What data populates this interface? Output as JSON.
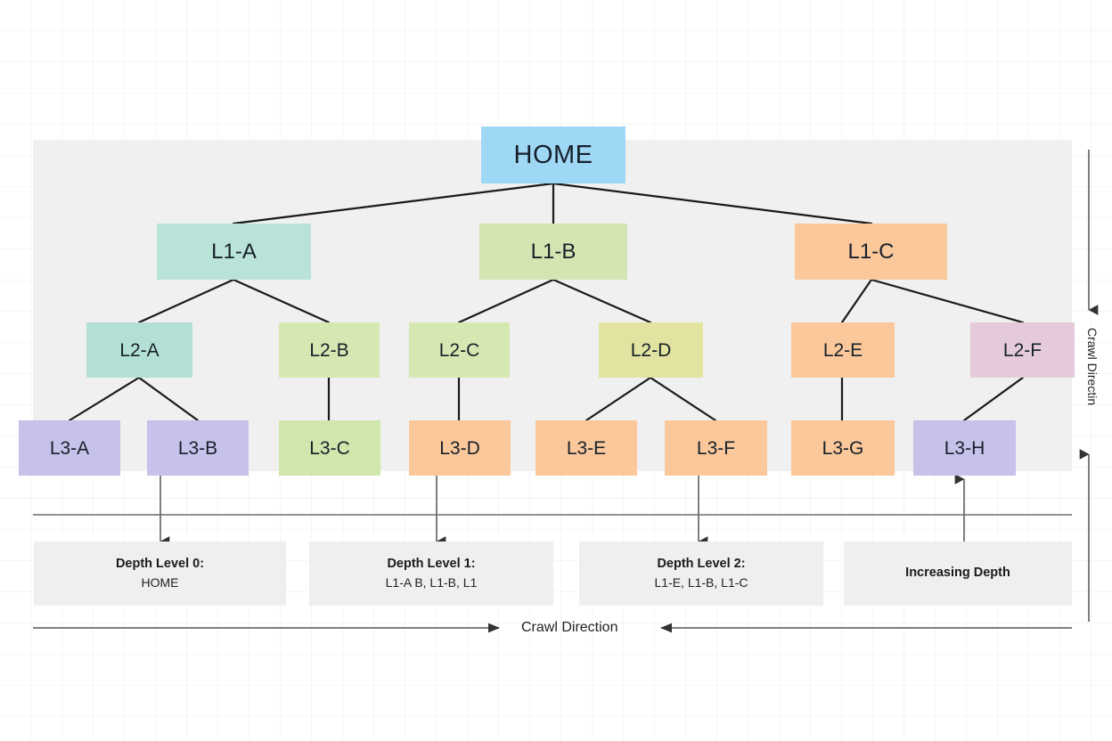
{
  "diagram": {
    "title_node": {
      "label": "HOME",
      "color": "#9ed8f5"
    },
    "levels": {
      "l1": [
        {
          "label": "L1-A",
          "color": "#b9e3d8"
        },
        {
          "label": "L1-B",
          "color": "#d3e5b0"
        },
        {
          "label": "L1-C",
          "color": "#fac89a"
        }
      ],
      "l2": [
        {
          "label": "L2-A",
          "color": "#b3e0d5"
        },
        {
          "label": "L2-B",
          "color": "#d6e8b1"
        },
        {
          "label": "L2-C",
          "color": "#d6e8b1"
        },
        {
          "label": "L2-D",
          "color": "#e2e3a0"
        },
        {
          "label": "L2-E",
          "color": "#fac89a"
        },
        {
          "label": "L2-F",
          "color": "#e4cada"
        }
      ],
      "l3": [
        {
          "label": "L3-A",
          "color": "#c6c2ea"
        },
        {
          "label": "L3-B",
          "color": "#c6c2ea"
        },
        {
          "label": "L3-C",
          "color": "#cfe6ad"
        },
        {
          "label": "L3-D",
          "color": "#fac89a"
        },
        {
          "label": "L3-E",
          "color": "#fac89a"
        },
        {
          "label": "L3-F",
          "color": "#fac89a"
        },
        {
          "label": "L3-G",
          "color": "#fac89a"
        },
        {
          "label": "L3-H",
          "color": "#c6c2ea"
        }
      ]
    },
    "legend": [
      {
        "title": "Depth Level 0:",
        "sub": "HOME"
      },
      {
        "title": "Depth Level 1:",
        "sub": "L1-A B, L1-B, L1"
      },
      {
        "title": "Depth Level 2:",
        "sub": "L1-E, L1-B, L1-C"
      },
      {
        "title": "Increasing Depth",
        "sub": ""
      }
    ],
    "axis": {
      "horizontal_label": "Crawl Direction",
      "vertical_label": "Crawl Directin"
    },
    "style": {
      "panel_bg": "#f0f0f0",
      "legend_bg": "#efefef",
      "line_color": "#1a1a1a",
      "axis_color": "#555555",
      "page_bg": "#ffffff"
    }
  }
}
